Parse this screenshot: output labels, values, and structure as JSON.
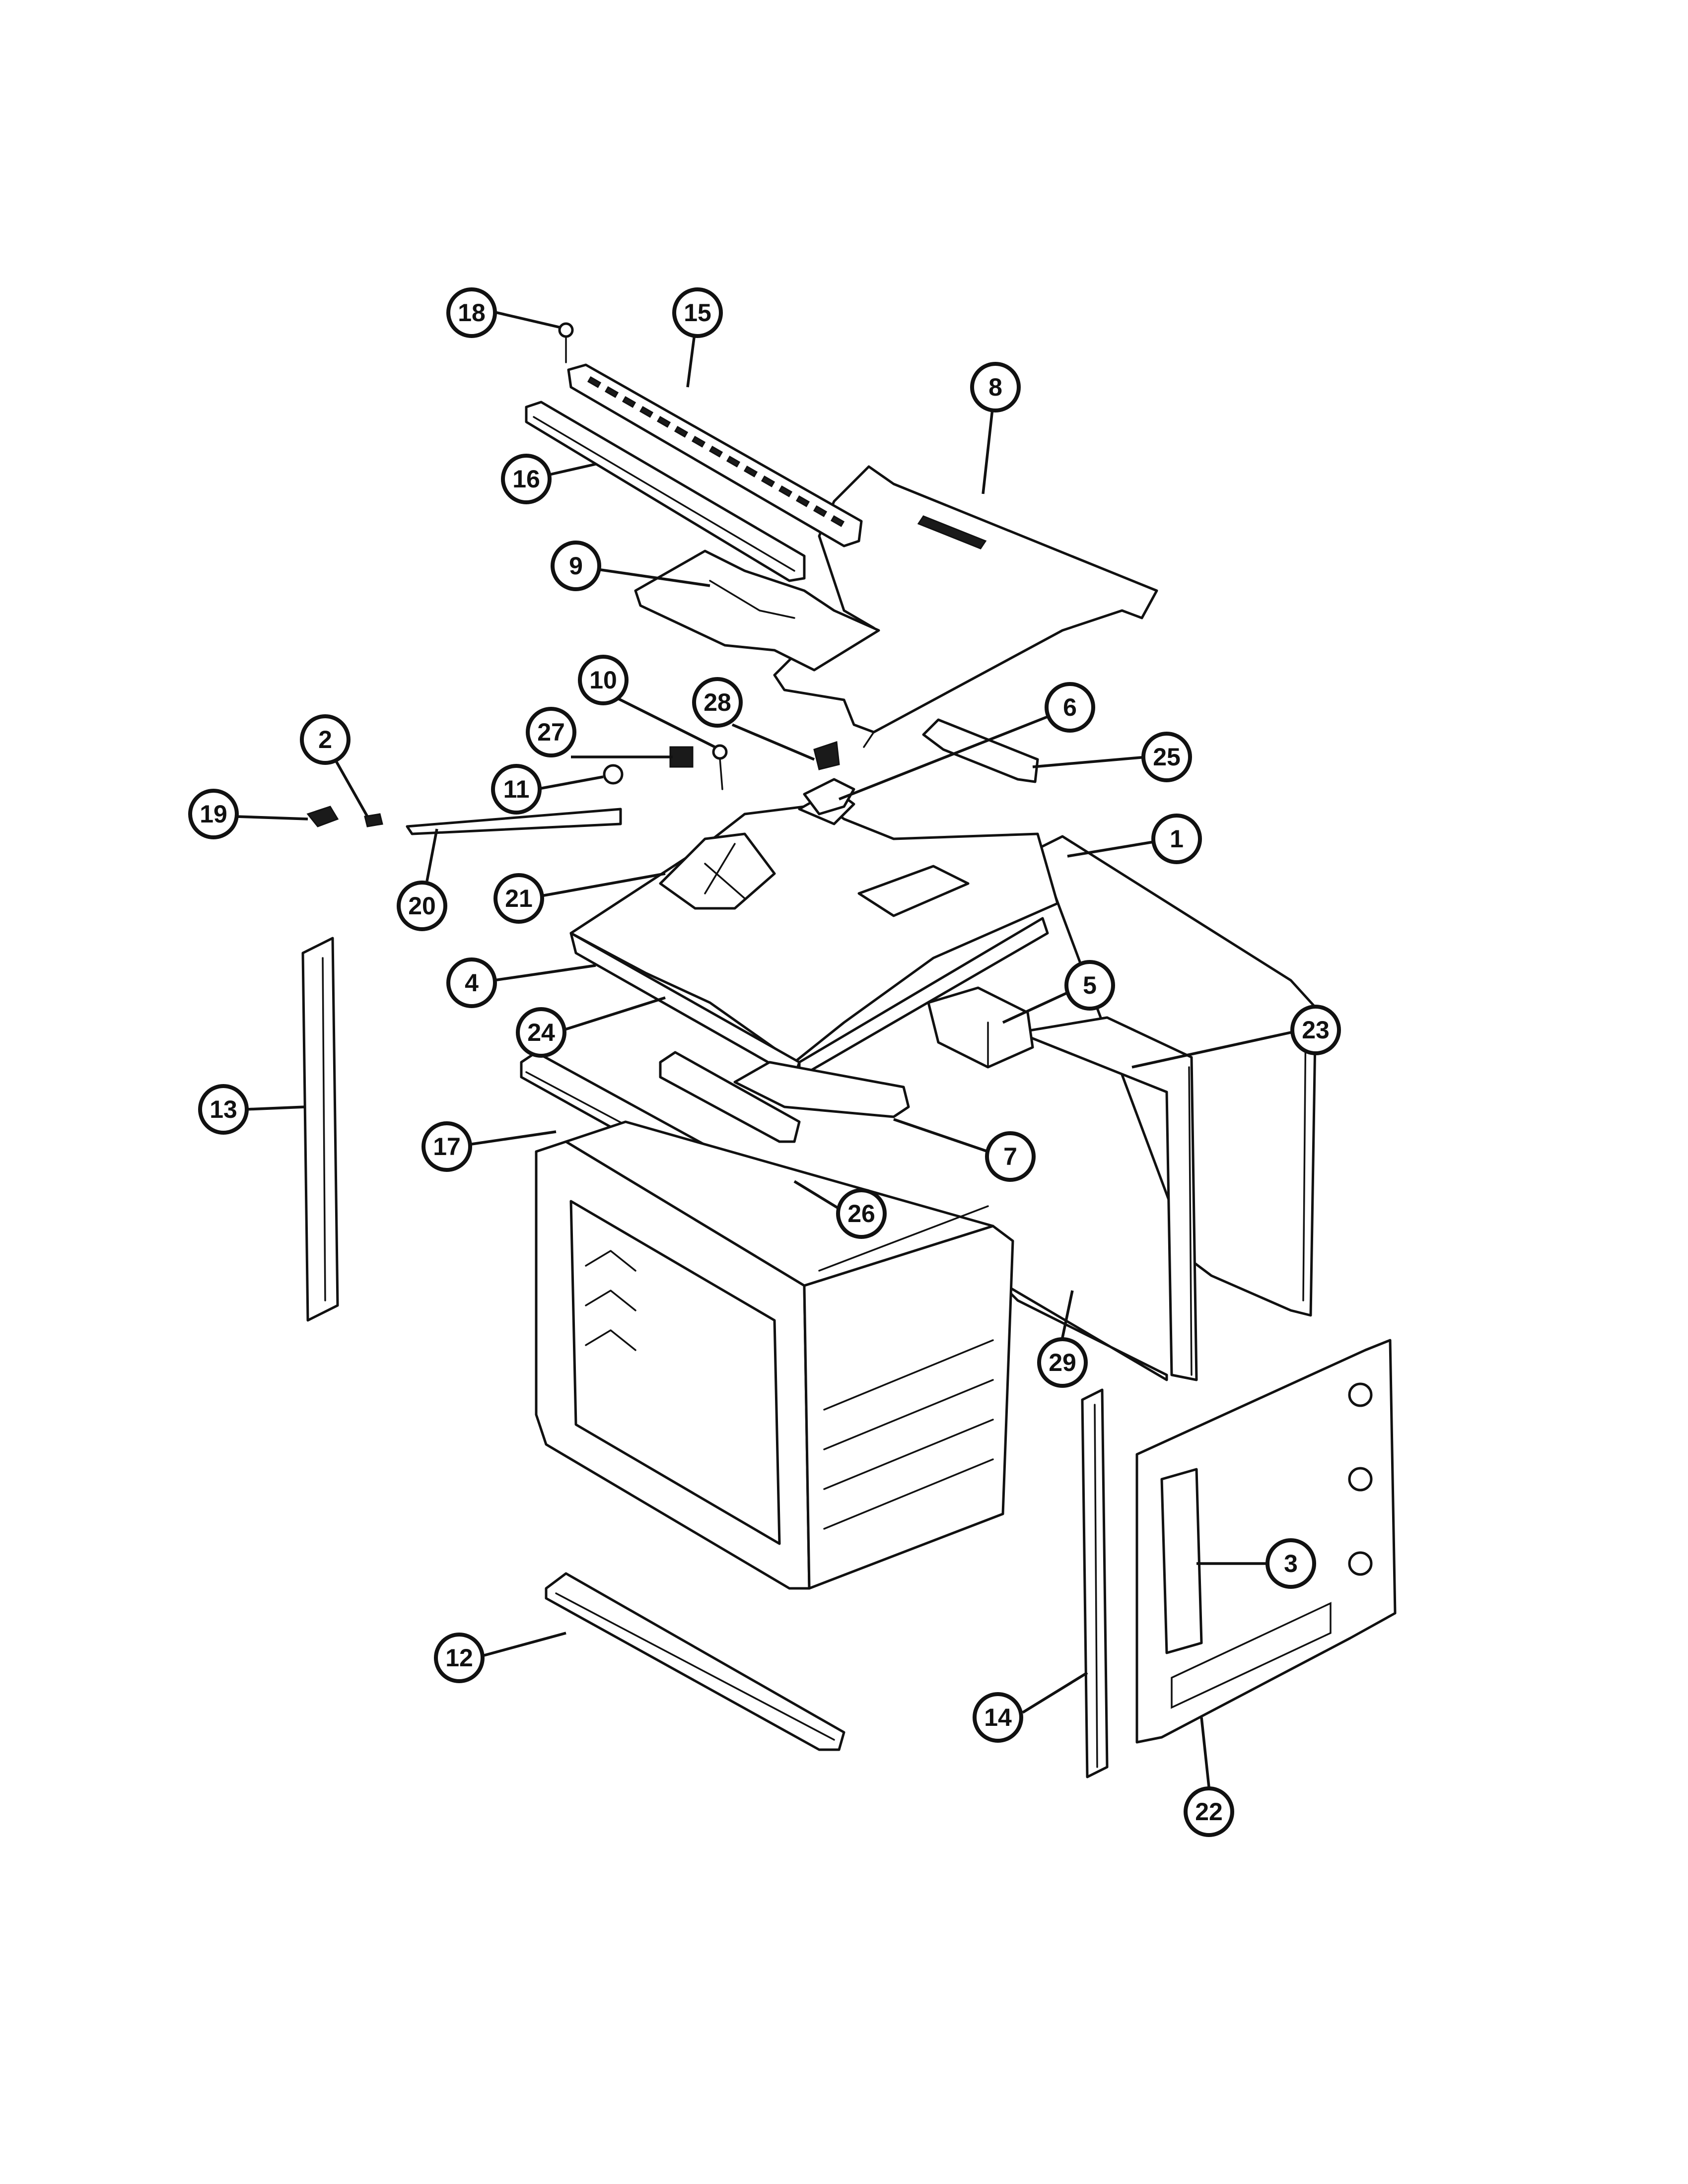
{
  "diagram": {
    "parts": [
      {
        "id": "top-cover-8",
        "label": "8"
      },
      {
        "id": "vent-trim-15",
        "label": "15"
      },
      {
        "id": "trim-16",
        "label": "16"
      },
      {
        "id": "insulation-9",
        "label": "9"
      },
      {
        "id": "top-panel-4",
        "label": "4"
      },
      {
        "id": "rear-panel-1",
        "label": "1"
      },
      {
        "id": "insulation-23",
        "label": "23"
      },
      {
        "id": "insulation-29",
        "label": "29"
      },
      {
        "id": "oven-cavity",
        "label": ""
      },
      {
        "id": "side-trim-13",
        "label": "13"
      },
      {
        "id": "side-trim-14",
        "label": "14"
      },
      {
        "id": "bottom-trim-12",
        "label": "12"
      },
      {
        "id": "side-panel-22",
        "label": "22"
      },
      {
        "id": "vent-rail-17",
        "label": "17"
      },
      {
        "id": "duct-7",
        "label": "7"
      },
      {
        "id": "bracket-26",
        "label": "26"
      },
      {
        "id": "box-5",
        "label": "5"
      },
      {
        "id": "link-rod-20",
        "label": "20"
      },
      {
        "id": "knob-19",
        "label": "19"
      },
      {
        "id": "spring-2",
        "label": "2"
      }
    ],
    "callouts": [
      {
        "number": "18"
      },
      {
        "number": "15"
      },
      {
        "number": "8"
      },
      {
        "number": "16"
      },
      {
        "number": "9"
      },
      {
        "number": "10"
      },
      {
        "number": "28"
      },
      {
        "number": "6"
      },
      {
        "number": "25"
      },
      {
        "number": "2"
      },
      {
        "number": "27"
      },
      {
        "number": "11"
      },
      {
        "number": "19"
      },
      {
        "number": "1"
      },
      {
        "number": "21"
      },
      {
        "number": "20"
      },
      {
        "number": "4"
      },
      {
        "number": "5"
      },
      {
        "number": "24"
      },
      {
        "number": "23"
      },
      {
        "number": "13"
      },
      {
        "number": "17"
      },
      {
        "number": "7"
      },
      {
        "number": "26"
      },
      {
        "number": "29"
      },
      {
        "number": "3"
      },
      {
        "number": "12"
      },
      {
        "number": "14"
      },
      {
        "number": "22"
      }
    ]
  }
}
